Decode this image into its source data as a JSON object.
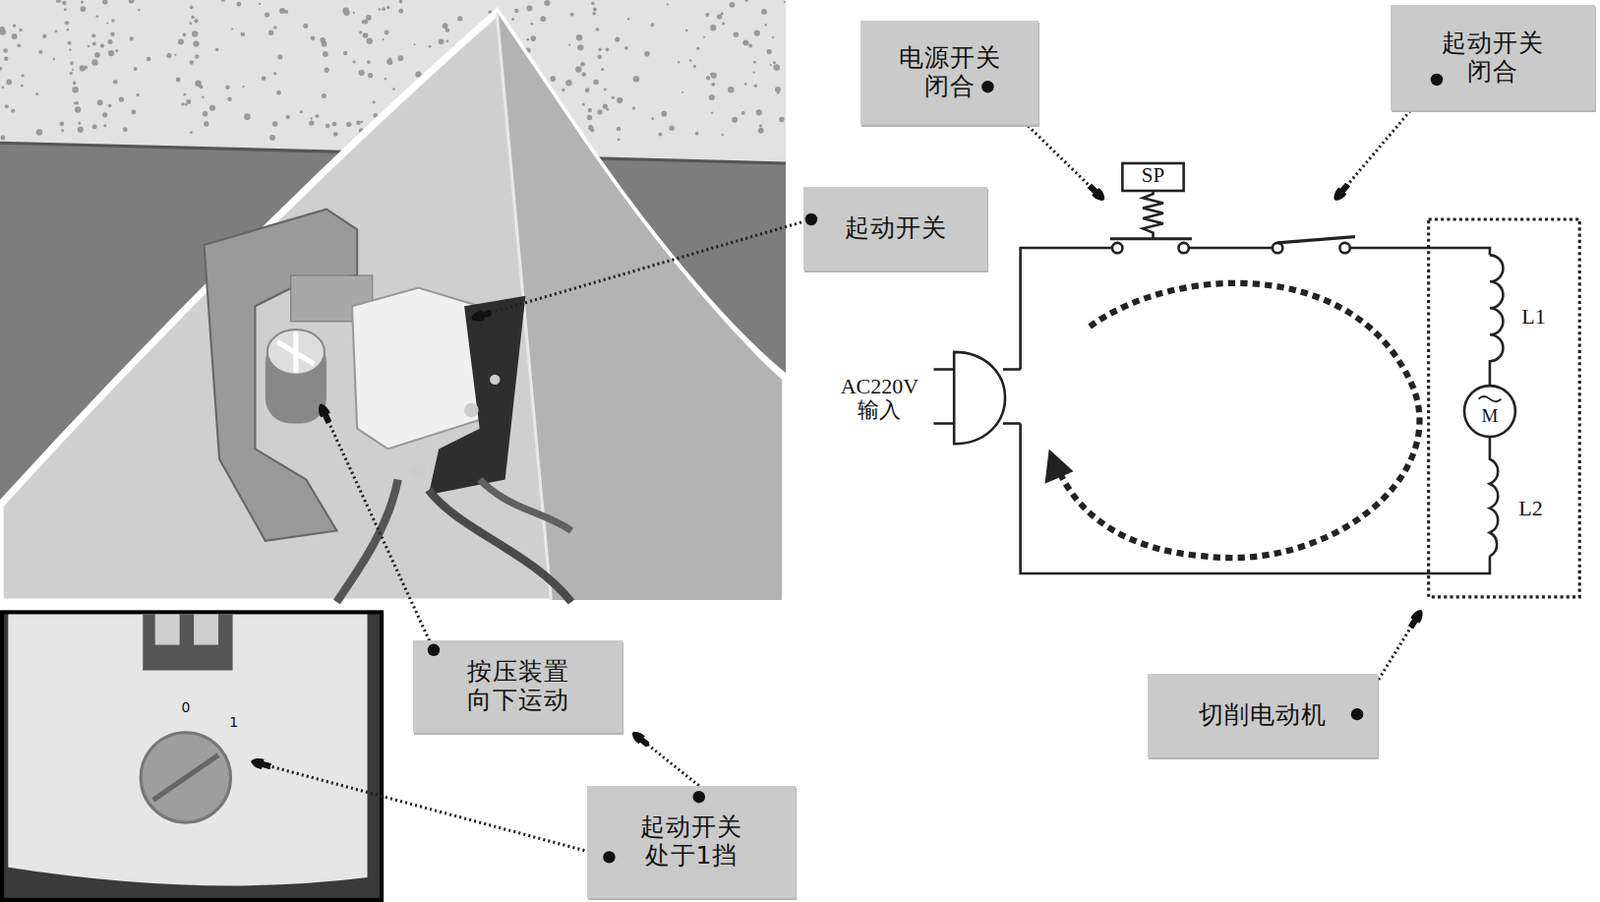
{
  "diagram": {
    "nodes": [
      {
        "text": [
          "电源开关 闭合"
        ]
      },
      {
        "text": [
          "起动开关 闭合"
        ]
      },
      {
        "text": [
          "起动开关"
        ]
      },
      {
        "text": [
          "按压装置 向下运动"
        ]
      },
      {
        "text": [
          "切削电动机"
        ]
      },
      {
        "text": [
          "起动开关 处于1挡"
        ]
      }
    ],
    "edges": [
      {
        "from": 5,
        "to": 3,
        "arrow": "to"
      }
    ],
    "labels": [
      "SP",
      "L1",
      "M",
      "L2",
      "AC220V 输入",
      "0",
      "1"
    ]
  }
}
